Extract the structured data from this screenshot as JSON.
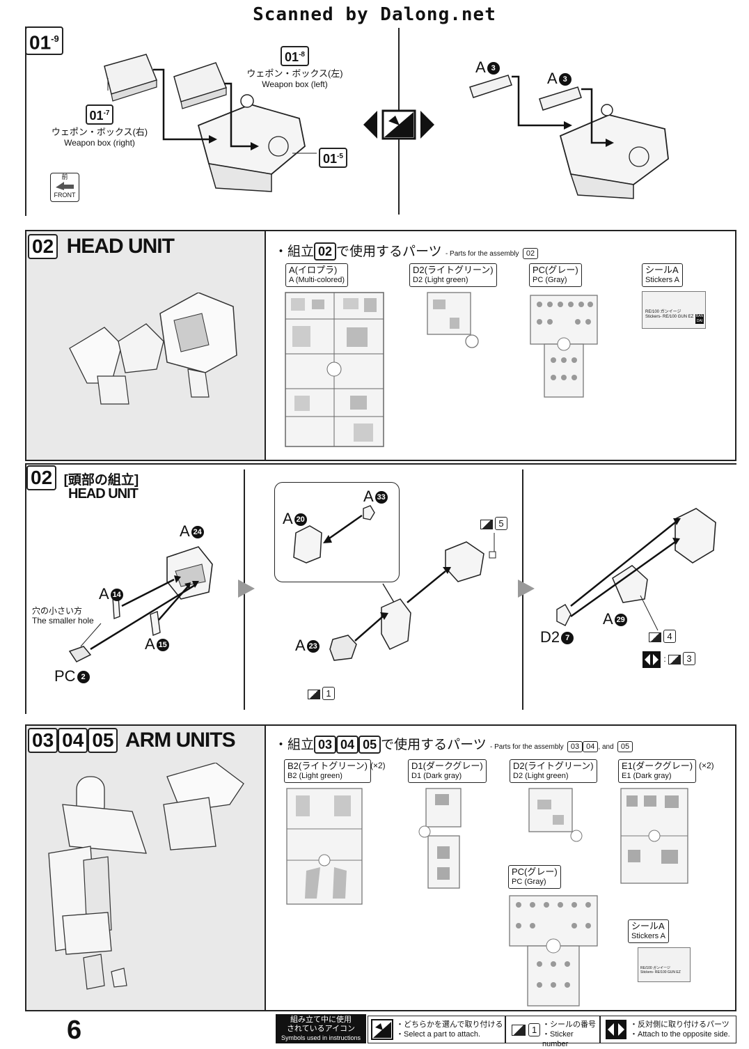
{
  "header": {
    "scanned_by": "Scanned by Dalong.net"
  },
  "step01": {
    "number": "01",
    "sub": "-9",
    "box_left": {
      "ref": "01",
      "ref_sub": "-7",
      "jp": "ウェポン・ボックス(右)",
      "en": "Weapon box (right)"
    },
    "box_right": {
      "ref": "01",
      "ref_sub": "-8",
      "jp": "ウェポン・ボックス(左)",
      "en": "Weapon box (left)"
    },
    "body_ref": {
      "ref": "01",
      "ref_sub": "-5"
    },
    "front_jp": "前",
    "front_en": "FRONT",
    "alt_label_1": "A",
    "alt_num_1": "3",
    "alt_label_2": "A",
    "alt_num_2": "3"
  },
  "head_parts": {
    "number": "02",
    "title": "HEAD UNIT",
    "parts_heading_jp_pre": "・組立",
    "parts_heading_num": "02",
    "parts_heading_jp_post": "で使用するパーツ",
    "parts_heading_en": "- Parts for the assembly",
    "parts_heading_en_num": "02",
    "runners": [
      {
        "jp": "A(イロプラ)",
        "en": "A (Multi-colored)"
      },
      {
        "jp": "D2(ライトグリーン)",
        "en": "D2 (Light green)"
      },
      {
        "jp": "PC(グレー)",
        "en": "PC (Gray)"
      },
      {
        "jp": "シールA",
        "en": "Stickers A"
      }
    ],
    "sticker_text_1": "RE/100 ガンイージ",
    "sticker_text_2": "Stickers- RE/100 GUN EZ",
    "bandai": "BAN DAI"
  },
  "head_assembly": {
    "number": "02",
    "title_jp": "[頭部の組立]",
    "title_en": "HEAD UNIT",
    "smaller_hole_jp": "穴の小さい方",
    "smaller_hole_en": "The smaller hole",
    "labels": [
      {
        "part": "A",
        "num": "24"
      },
      {
        "part": "A",
        "num": "14"
      },
      {
        "part": "A",
        "num": "15"
      },
      {
        "part": "PC",
        "num": "2"
      },
      {
        "part": "A",
        "num": "20"
      },
      {
        "part": "A",
        "num": "33"
      },
      {
        "part": "A",
        "num": "23"
      },
      {
        "part": "A",
        "num": "29"
      },
      {
        "part": "D2",
        "num": "7"
      }
    ],
    "stickers": [
      "5",
      "1",
      "4",
      "3"
    ]
  },
  "arm_parts": {
    "numbers": [
      "03",
      "04",
      "05"
    ],
    "title": "ARM UNITS",
    "parts_heading_jp_pre": "・組立",
    "parts_heading_jp_post": "で使用するパーツ",
    "parts_heading_en": "- Parts for the assembly",
    "parts_heading_en_and": ", and",
    "runners": [
      {
        "jp": "B2(ライトグリーン)",
        "en": "B2 (Light green)",
        "count": "(×2)"
      },
      {
        "jp": "D1(ダークグレー)",
        "en": "D1 (Dark gray)",
        "count": ""
      },
      {
        "jp": "D2(ライトグリーン)",
        "en": "D2 (Light green)",
        "count": ""
      },
      {
        "jp": "E1(ダークグレー)",
        "en": "E1 (Dark gray)",
        "count": "(×2)"
      },
      {
        "jp": "PC(グレー)",
        "en": "PC (Gray)",
        "count": ""
      },
      {
        "jp": "シールA",
        "en": "Stickers A",
        "count": ""
      }
    ],
    "sticker_text_1": "RE/100 ガンイージ",
    "sticker_text_2": "Stickers- RE/100 GUN EZ"
  },
  "footer": {
    "page": "6",
    "legend_jp_1": "組み立て中に使用",
    "legend_jp_2": "されているアイコン",
    "legend_en": "Symbols used in instructions",
    "item1_jp": "・どちらかを選んで取り付ける",
    "item1_en": "・Select a part to attach.",
    "item2_num": "1",
    "item2_jp": "・シールの番号",
    "item2_en": "・Sticker number",
    "item3_jp": "・反対側に取り付けるパーツ",
    "item3_en": "・Attach to the opposite side."
  }
}
